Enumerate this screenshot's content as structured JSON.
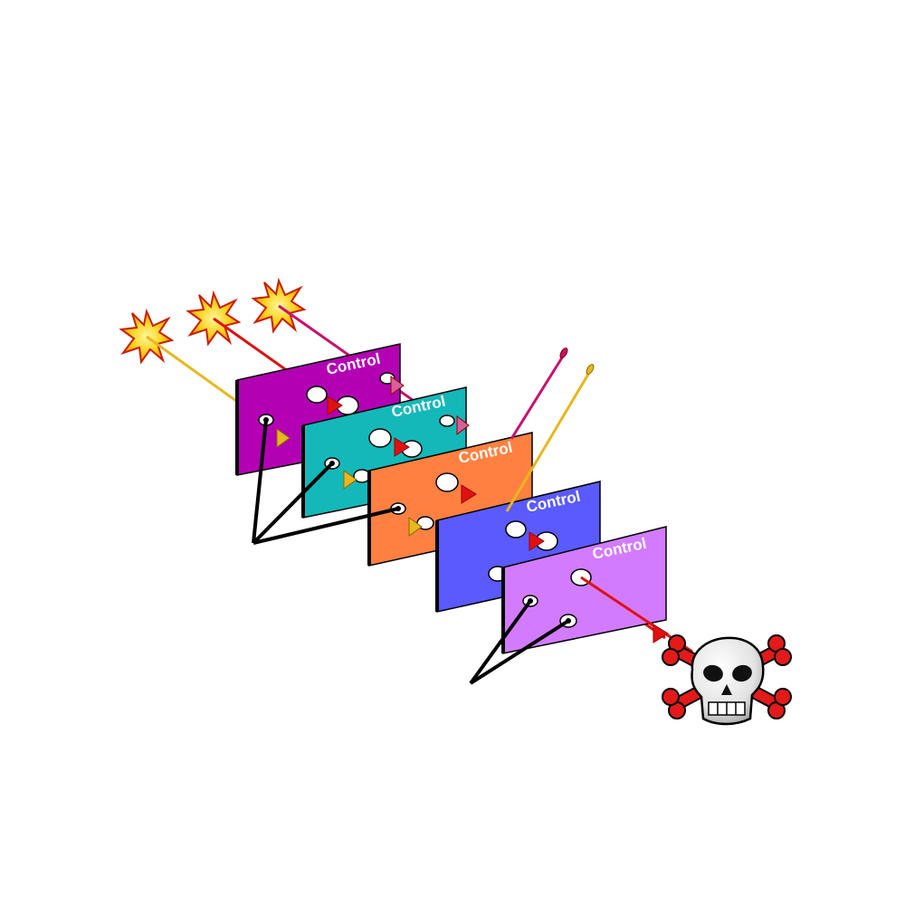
{
  "diagram": {
    "slices": [
      {
        "label": "Control",
        "color": "#b300b3"
      },
      {
        "label": "Control",
        "color": "#14b8b8"
      },
      {
        "label": "Control",
        "color": "#ff8040"
      },
      {
        "label": "Control",
        "color": "#5a5aff"
      },
      {
        "label": "Control",
        "color": "#d37bff"
      }
    ],
    "hazard_colors": [
      "#e8b61e",
      "#c8106c",
      "#e01010"
    ],
    "connector_color": "#000000",
    "icons": {
      "hazard": "explosion-icon",
      "loss": "skull-and-crossbones-icon"
    }
  }
}
